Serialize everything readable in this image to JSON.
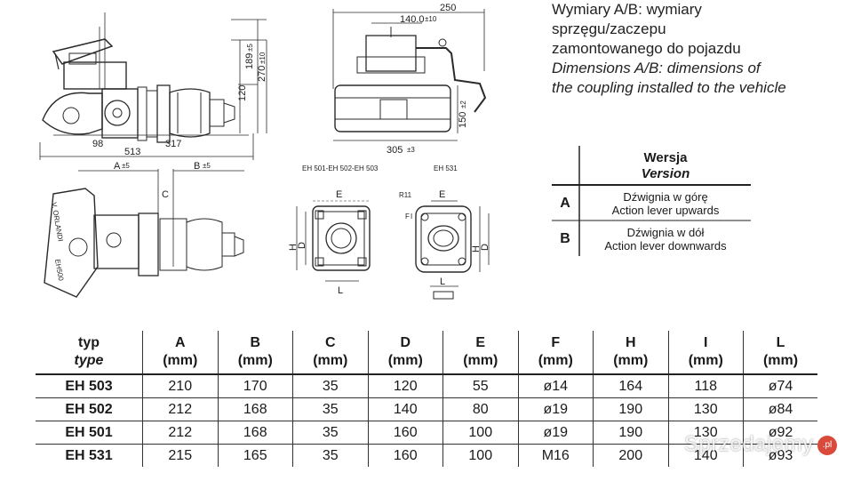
{
  "caption": {
    "pl_line1": "Wymiary A/B: wymiary",
    "pl_line2": "sprzęgu/zaczepu",
    "pl_line3": "zamontowanego do pojazdu",
    "en_line1": "Dimensions A/B: dimensions of",
    "en_line2": "the coupling installed to the vehicle"
  },
  "drawing_labels": {
    "d250": "250",
    "d140": "140.0",
    "d140tol": "±10",
    "d189": "189",
    "d189tol": "±5",
    "d270": "270",
    "d270tol": "±10",
    "d120": "120",
    "d98": "98",
    "d513": "513",
    "d317": "317",
    "d150": "150",
    "d150tol": "±2",
    "d305": "305",
    "d305tol": "±3",
    "dimA": "A",
    "dimAtol": "±5",
    "dimB": "B",
    "dimBtol": "±5",
    "dimC": "C",
    "view_eh501": "EH 501-EH 502-EH 503",
    "view_eh531": "EH 531",
    "r11": "R11",
    "lblE1": "E",
    "lblE2": "E",
    "lblF": "F",
    "lblI": "I",
    "lblH1": "H",
    "lblD1": "D",
    "lblH2": "H",
    "lblD2": "D",
    "lblL1": "L",
    "lblL2": "L",
    "brand": "V. ORLANDI",
    "model_mark": "EH500"
  },
  "version_table": {
    "header_pl": "Wersja",
    "header_en": "Version",
    "rows": [
      {
        "key": "A",
        "pl": "Dźwignia w górę",
        "en": "Action lever upwards"
      },
      {
        "key": "B",
        "pl": "Dźwignia w dół",
        "en": "Action lever downwards"
      }
    ]
  },
  "spec_table": {
    "header_typ_pl": "typ",
    "header_typ_en": "type",
    "columns": [
      {
        "name": "A",
        "unit": "(mm)"
      },
      {
        "name": "B",
        "unit": "(mm)"
      },
      {
        "name": "C",
        "unit": "(mm)"
      },
      {
        "name": "D",
        "unit": "(mm)"
      },
      {
        "name": "E",
        "unit": "(mm)"
      },
      {
        "name": "F",
        "unit": "(mm)"
      },
      {
        "name": "H",
        "unit": "(mm)"
      },
      {
        "name": "I",
        "unit": "(mm)"
      },
      {
        "name": "L",
        "unit": "(mm)"
      }
    ],
    "rows": [
      {
        "typ": "EH 503",
        "A": "210",
        "B": "170",
        "C": "35",
        "D": "120",
        "E": "55",
        "F": "ø14",
        "H": "164",
        "I": "118",
        "L": "ø74"
      },
      {
        "typ": "EH 502",
        "A": "212",
        "B": "168",
        "C": "35",
        "D": "140",
        "E": "80",
        "F": "ø19",
        "H": "190",
        "I": "130",
        "L": "ø84"
      },
      {
        "typ": "EH 501",
        "A": "212",
        "B": "168",
        "C": "35",
        "D": "160",
        "E": "100",
        "F": "ø19",
        "H": "190",
        "I": "130",
        "L": "ø92"
      },
      {
        "typ": "EH 531",
        "A": "215",
        "B": "165",
        "C": "35",
        "D": "160",
        "E": "100",
        "F": "M16",
        "H": "200",
        "I": "140",
        "L": "ø93"
      }
    ]
  },
  "watermark": {
    "text": "Sprzedajemy",
    "badge": ".pl"
  }
}
